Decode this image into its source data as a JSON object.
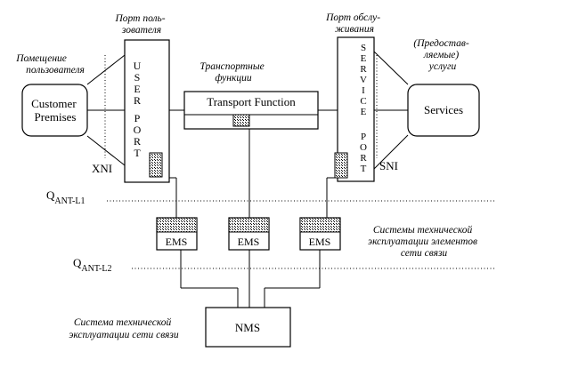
{
  "labels": {
    "customer_area": [
      "Помещение",
      "пользователя"
    ],
    "user_port_title": [
      "Порт поль-",
      "зователя"
    ],
    "service_port_title": [
      "Порт обслу-",
      "живания"
    ],
    "services_title": [
      "(Предостав-",
      "ляемые)",
      "услуги"
    ],
    "transport_title": [
      "Транспортные",
      "функции"
    ],
    "ems_group": [
      "Системы технической",
      "эксплуатации элементов",
      "сети связи"
    ],
    "nms_group": [
      "Система технической",
      "эксплуатации сети связи"
    ]
  },
  "boxes": {
    "customer_premises": [
      "Customer",
      "Premises"
    ],
    "user_port_letters": [
      "U",
      "S",
      "E",
      "R",
      "P",
      "O",
      "R",
      "T"
    ],
    "transport_function": "Transport Function",
    "service_port_letters": [
      "S",
      "E",
      "R",
      "V",
      "I",
      "C",
      "E",
      "P",
      "O",
      "R",
      "T"
    ],
    "services": "Services",
    "ems": [
      "EMS",
      "EMS",
      "EMS"
    ],
    "nms": "NMS"
  },
  "interfaces": {
    "xni": "XNI",
    "sni": "SNI",
    "q_l1": {
      "main": "Q",
      "sub": "ANT-L1"
    },
    "q_l2": {
      "main": "Q",
      "sub": "ANT-L2"
    }
  }
}
